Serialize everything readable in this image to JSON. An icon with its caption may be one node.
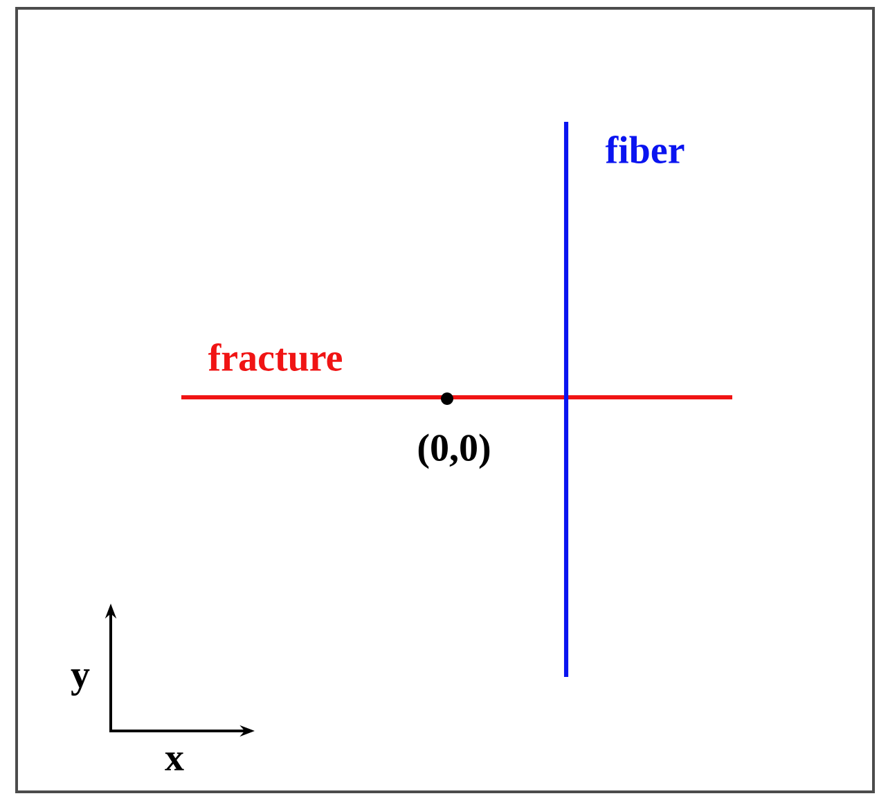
{
  "diagram": {
    "labels": [
      "fiber",
      "fracture",
      "(0,0)",
      "y",
      "x"
    ]
  }
}
